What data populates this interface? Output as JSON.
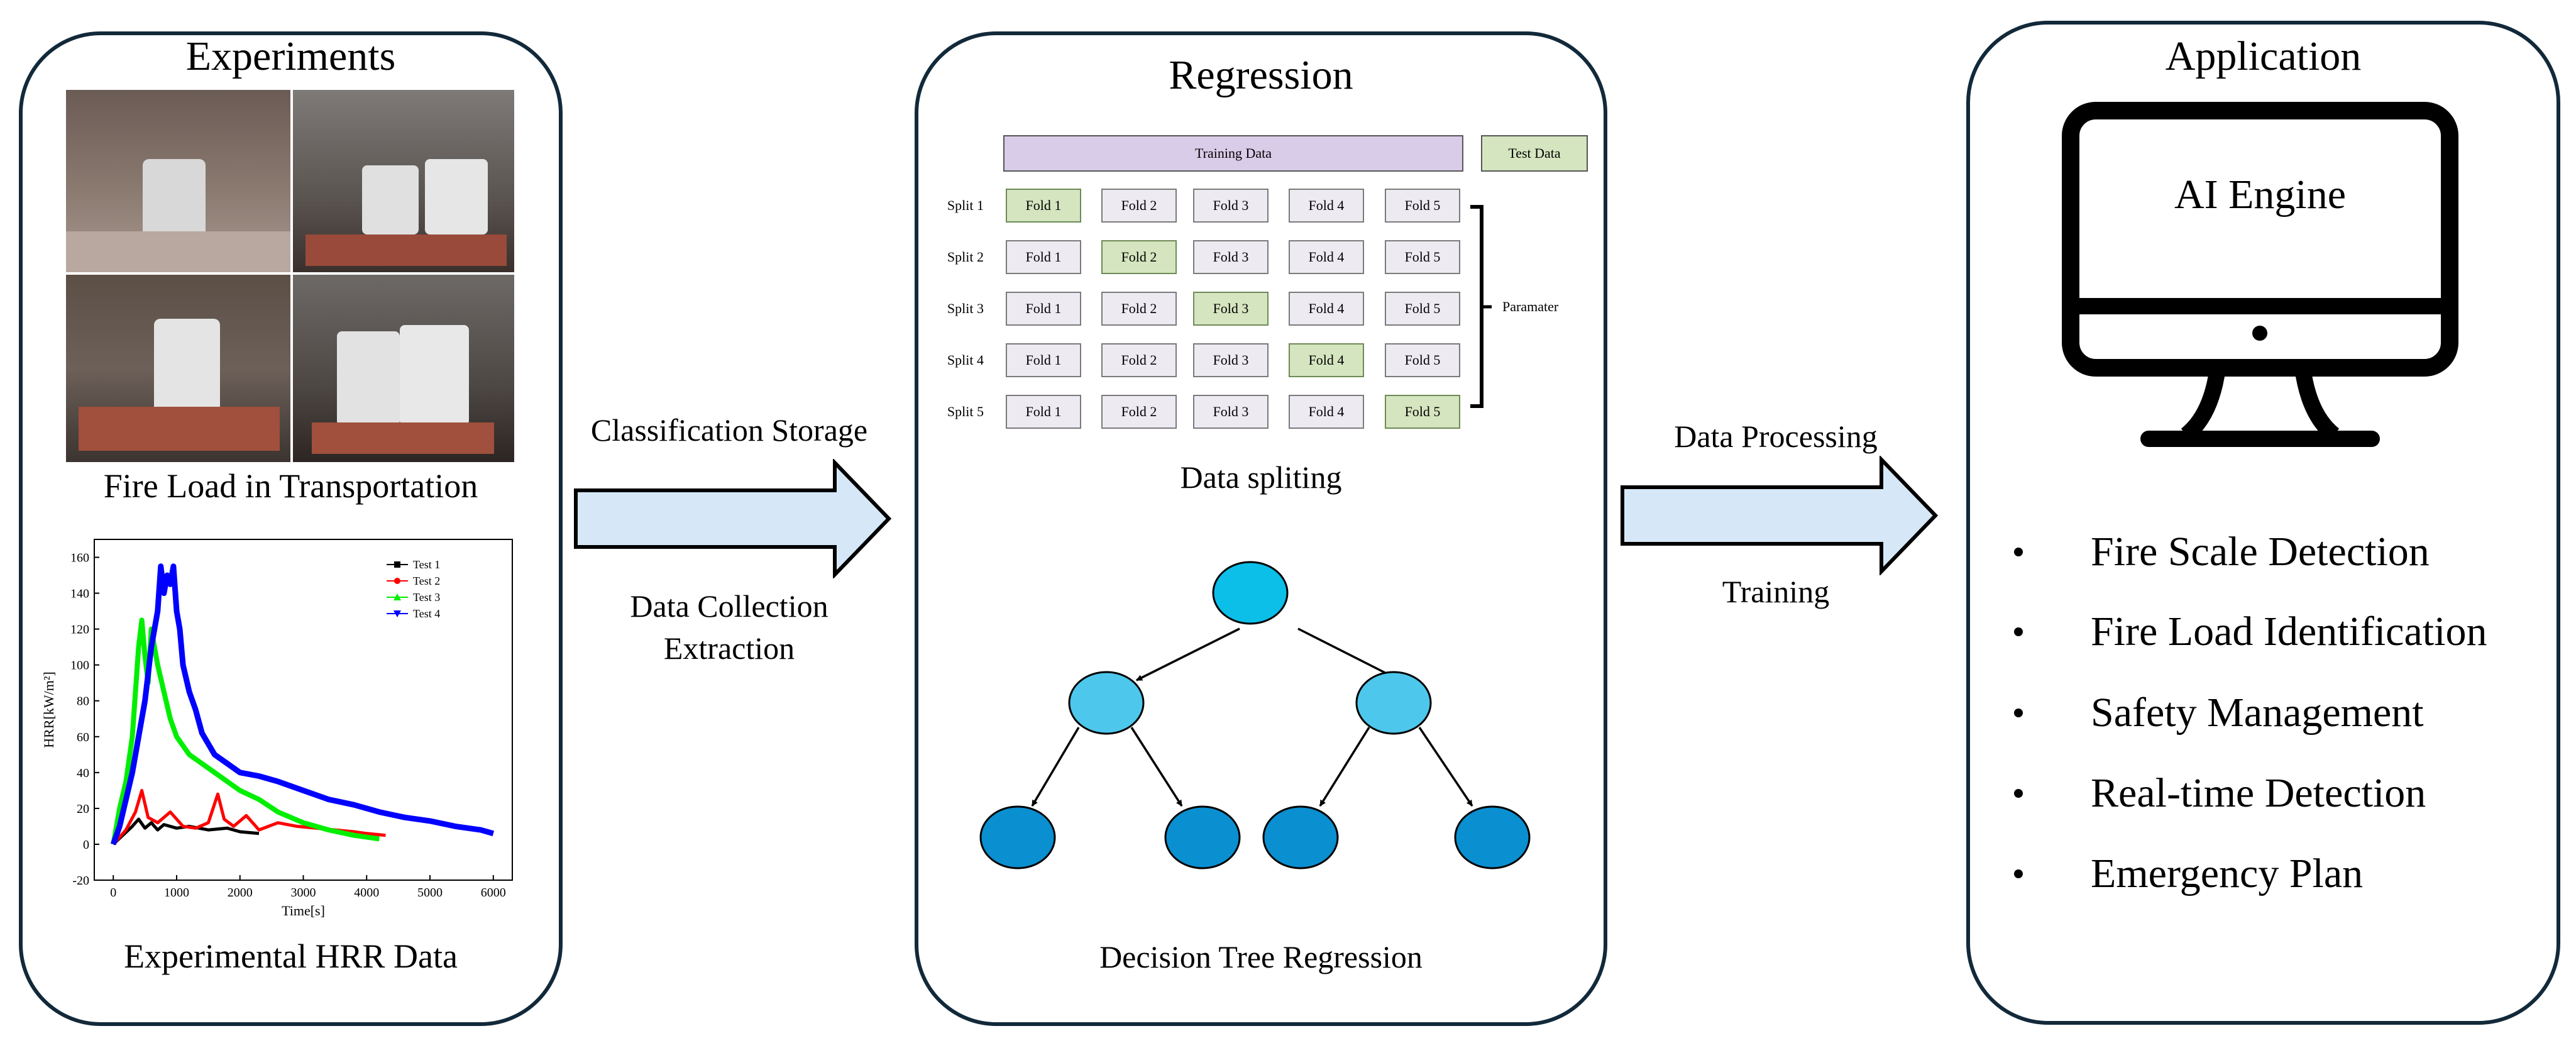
{
  "experiments": {
    "title": "Experiments",
    "photo_caption": "Fire Load in Transportation",
    "chart_caption": "Experimental HRR Data"
  },
  "arrow1": {
    "top_label": "Classification Storage",
    "bottom_label_1": "Data Collection",
    "bottom_label_2": "Extraction"
  },
  "regression": {
    "title": "Regression",
    "training_label": "Training Data",
    "test_label": "Test Data",
    "splits": [
      {
        "label": "Split 1",
        "folds": [
          "Fold 1",
          "Fold 2",
          "Fold 3",
          "Fold 4",
          "Fold 5"
        ],
        "test_index": 0
      },
      {
        "label": "Split 2",
        "folds": [
          "Fold 1",
          "Fold 2",
          "Fold 3",
          "Fold 4",
          "Fold 5"
        ],
        "test_index": 1
      },
      {
        "label": "Split 3",
        "folds": [
          "Fold 1",
          "Fold 2",
          "Fold 3",
          "Fold 4",
          "Fold 5"
        ],
        "test_index": 2
      },
      {
        "label": "Split 4",
        "folds": [
          "Fold 1",
          "Fold 2",
          "Fold 3",
          "Fold 4",
          "Fold 5"
        ],
        "test_index": 3
      },
      {
        "label": "Split 5",
        "folds": [
          "Fold 1",
          "Fold 2",
          "Fold 3",
          "Fold 4",
          "Fold 5"
        ],
        "test_index": 4
      }
    ],
    "param_label": "Paramater",
    "splitting_caption": "Data spliting",
    "tree_caption": "Decision Tree Regression"
  },
  "arrow2": {
    "top_label": "Data Processing",
    "bottom_label": "Training"
  },
  "application": {
    "title": "Application",
    "engine_label": "AI Engine",
    "items": [
      "Fire Scale Detection",
      "Fire Load Identification",
      "Safety Management",
      "Real-time Detection",
      "Emergency Plan"
    ]
  },
  "colors": {
    "panel_border": "#12293a",
    "arrow_fill": "#d6e8f7",
    "training_fill": "#d9cce8",
    "test_fill": "#d5e5c0",
    "node_root": "#0bbfe8",
    "node_mid": "#4ec7ec",
    "node_leaf": "#0a8fd0"
  },
  "chart_data": {
    "type": "line",
    "xlabel": "Time[s]",
    "ylabel": "HRR[kW/m²]",
    "xlim": [
      -300,
      6300
    ],
    "ylim": [
      -20,
      170
    ],
    "xticks": [
      0,
      1000,
      2000,
      3000,
      4000,
      5000,
      6000
    ],
    "yticks": [
      -20,
      0,
      20,
      40,
      60,
      80,
      100,
      120,
      140,
      160
    ],
    "legend_position": "top-right",
    "series": [
      {
        "name": "Test 1",
        "color": "#000000",
        "marker": "square",
        "x": [
          0,
          150,
          300,
          400,
          500,
          600,
          700,
          800,
          1000,
          1200,
          1500,
          1800,
          2000,
          2300
        ],
        "y": [
          0,
          5,
          10,
          14,
          9,
          12,
          8,
          11,
          9,
          10,
          8,
          9,
          7,
          6
        ]
      },
      {
        "name": "Test 2",
        "color": "#ff0000",
        "marker": "circle",
        "x": [
          0,
          200,
          350,
          450,
          550,
          700,
          900,
          1100,
          1300,
          1500,
          1650,
          1750,
          1900,
          2100,
          2300,
          2600,
          2900,
          3200,
          3500,
          3800,
          4000,
          4300
        ],
        "y": [
          0,
          8,
          18,
          30,
          15,
          12,
          18,
          10,
          9,
          12,
          28,
          14,
          10,
          16,
          8,
          12,
          10,
          9,
          8,
          7,
          6,
          5
        ]
      },
      {
        "name": "Test 3",
        "color": "#00ee00",
        "marker": "triangle-up",
        "x": [
          0,
          100,
          200,
          300,
          400,
          450,
          500,
          550,
          600,
          650,
          700,
          800,
          900,
          1000,
          1200,
          1400,
          1600,
          1800,
          2000,
          2300,
          2600,
          3000,
          3400,
          3800,
          4200
        ],
        "y": [
          0,
          20,
          35,
          60,
          110,
          125,
          105,
          90,
          120,
          110,
          100,
          85,
          70,
          60,
          50,
          45,
          40,
          35,
          30,
          25,
          18,
          12,
          8,
          5,
          3
        ]
      },
      {
        "name": "Test 4",
        "color": "#0000ff",
        "marker": "triangle-down",
        "x": [
          0,
          100,
          200,
          300,
          400,
          500,
          600,
          700,
          750,
          800,
          850,
          900,
          950,
          1000,
          1050,
          1100,
          1200,
          1300,
          1400,
          1600,
          1800,
          2000,
          2300,
          2600,
          3000,
          3400,
          3800,
          4200,
          4600,
          5000,
          5400,
          5800,
          6000
        ],
        "y": [
          0,
          10,
          25,
          40,
          60,
          80,
          110,
          130,
          155,
          140,
          150,
          145,
          155,
          130,
          120,
          100,
          85,
          75,
          62,
          50,
          45,
          40,
          38,
          35,
          30,
          25,
          22,
          18,
          15,
          13,
          10,
          8,
          6
        ]
      }
    ]
  }
}
